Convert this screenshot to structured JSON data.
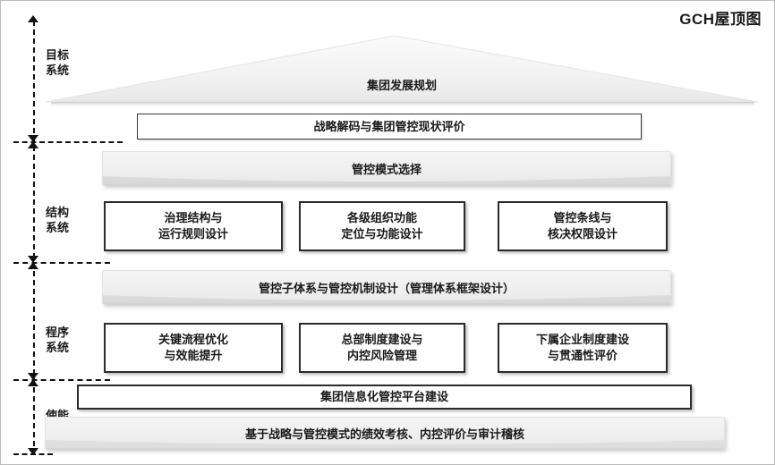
{
  "title": "GCH屋顶图",
  "axis": {
    "stages": [
      {
        "name": "goal-system",
        "label": "目标\n系统"
      },
      {
        "name": "structure-system",
        "label": "结构\n系统"
      },
      {
        "name": "procedure-system",
        "label": "程序\n系统"
      },
      {
        "name": "enabling-system",
        "label": "使能\n系统"
      }
    ],
    "stage_labels": {
      "goal": "目标\n系统",
      "structure": "结构\n系统",
      "procedure": "程序\n系统",
      "enabling": "使能\n系统"
    }
  },
  "roof": {
    "label": "集团发展规划"
  },
  "goal_layer": {
    "strategy_bar": "战略解码与集团管控现状评价"
  },
  "structure_layer": {
    "band": "管控模式选择",
    "boxes": [
      {
        "line1": "治理结构与",
        "line2": "运行规则设计"
      },
      {
        "line1": "各级组织功能",
        "line2": "定位与功能设计"
      },
      {
        "line1": "管控条线与",
        "line2": "核决权限设计"
      }
    ]
  },
  "procedure_layer": {
    "band": "管控子体系与管控机制设计（管理体系框架设计）",
    "boxes": [
      {
        "line1": "关键流程优化",
        "line2": "与效能提升"
      },
      {
        "line1": "总部制度建设与",
        "line2": "内控风险管理"
      },
      {
        "line1": "下属企业制度建设",
        "line2": "与贯通性评价"
      }
    ]
  },
  "enabling_layer": {
    "platform_bar": "集团信息化管控平台建设",
    "assessment_band": "基于战略与管控模式的绩效考核、内控评价与审计稽核"
  },
  "colors": {
    "text": "#1a1a1a",
    "box_border": "#2b2b2b",
    "band_fill": "#efefef",
    "roof_fill": "#f2f2f2",
    "axis": "#111111"
  }
}
